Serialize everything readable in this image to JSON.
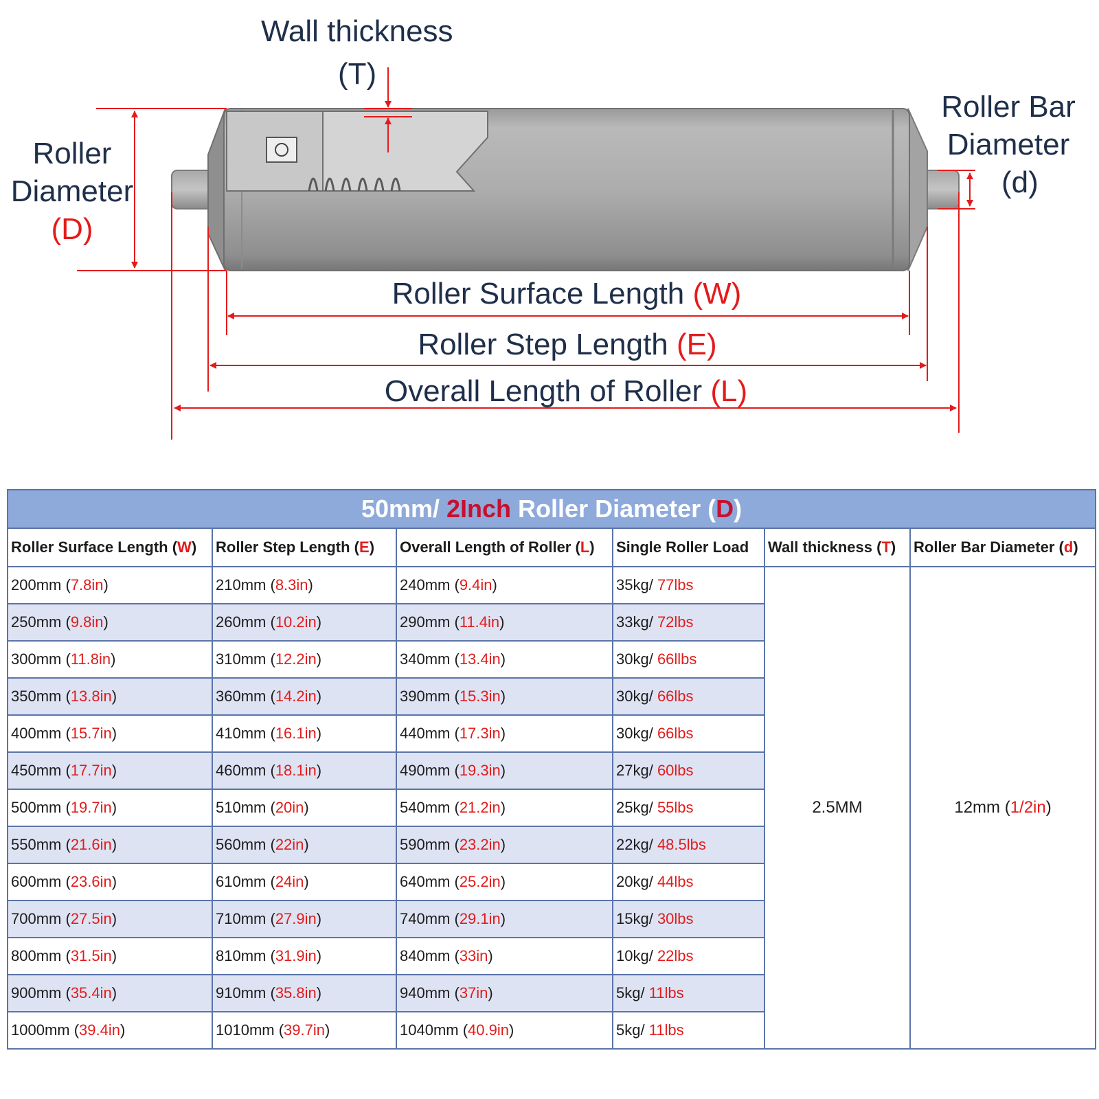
{
  "diagram": {
    "wall_thickness": {
      "label": "Wall thickness",
      "code": "(T)"
    },
    "roller_diameter": {
      "line1": "Roller",
      "line2": "Diameter",
      "code": "(D)"
    },
    "bar_diameter": {
      "line1": "Roller Bar",
      "line2": "Diameter",
      "code": "(d)"
    },
    "surface_length": {
      "label": "Roller Surface Length",
      "code": "(W)"
    },
    "step_length": {
      "label": "Roller Step Length",
      "code": "(E)"
    },
    "overall_length": {
      "label": "Overall Length of Roller",
      "code": "(L)"
    }
  },
  "table": {
    "title": {
      "part1": "50mm/ ",
      "part2": "2Inch",
      "part3": " Roller Diameter (",
      "part4": "D",
      "part5": ")"
    },
    "headers": [
      {
        "label": "Roller Surface Length (",
        "code": "W",
        "close": ")"
      },
      {
        "label": "Roller Step Length (",
        "code": "E",
        "close": ")"
      },
      {
        "label": "Overall Length of Roller (",
        "code": "L",
        "close": ")"
      },
      {
        "label": "Single Roller Load",
        "code": "",
        "close": ""
      },
      {
        "label": "Wall thickness (",
        "code": "T",
        "close": ")"
      },
      {
        "label": "Roller Bar Diameter (",
        "code": "d",
        "close": ")"
      }
    ],
    "wall_thickness_value": "2.5MM",
    "bar_diameter_value": {
      "mm": "12mm (",
      "in": "1/2in",
      "close": ")"
    },
    "rows": [
      {
        "w_mm": "200mm",
        "w_in": "7.8in",
        "e_mm": "210mm",
        "e_in": "8.3in",
        "l_mm": "240mm",
        "l_in": "9.4in",
        "load_kg": "35kg/ ",
        "load_lbs": "77lbs"
      },
      {
        "w_mm": "250mm",
        "w_in": "9.8in",
        "e_mm": "260mm",
        "e_in": "10.2in",
        "l_mm": "290mm",
        "l_in": "11.4in",
        "load_kg": "33kg/ ",
        "load_lbs": "72lbs"
      },
      {
        "w_mm": "300mm",
        "w_in": "11.8in",
        "e_mm": "310mm",
        "e_in": "12.2in",
        "l_mm": "340mm",
        "l_in": "13.4in",
        "load_kg": "30kg/ ",
        "load_lbs": "66llbs"
      },
      {
        "w_mm": "350mm",
        "w_in": "13.8in",
        "e_mm": "360mm",
        "e_in": "14.2in",
        "l_mm": "390mm",
        "l_in": "15.3in",
        "load_kg": "30kg/ ",
        "load_lbs": "66lbs"
      },
      {
        "w_mm": "400mm",
        "w_in": "15.7in",
        "e_mm": "410mm",
        "e_in": "16.1in",
        "l_mm": "440mm",
        "l_in": "17.3in",
        "load_kg": "30kg/ ",
        "load_lbs": "66lbs"
      },
      {
        "w_mm": "450mm",
        "w_in": "17.7in",
        "e_mm": "460mm",
        "e_in": "18.1in",
        "l_mm": "490mm",
        "l_in": "19.3in",
        "load_kg": "27kg/ ",
        "load_lbs": "60lbs"
      },
      {
        "w_mm": "500mm",
        "w_in": "19.7in",
        "e_mm": "510mm",
        "e_in": "20in",
        "l_mm": "540mm",
        "l_in": "21.2in",
        "load_kg": "25kg/ ",
        "load_lbs": "55lbs"
      },
      {
        "w_mm": "550mm",
        "w_in": "21.6in",
        "e_mm": "560mm",
        "e_in": "22in",
        "l_mm": "590mm",
        "l_in": "23.2in",
        "load_kg": "22kg/ ",
        "load_lbs": "48.5lbs"
      },
      {
        "w_mm": "600mm",
        "w_in": "23.6in",
        "e_mm": "610mm",
        "e_in": "24in",
        "l_mm": "640mm",
        "l_in": "25.2in",
        "load_kg": "20kg/ ",
        "load_lbs": "44lbs"
      },
      {
        "w_mm": "700mm",
        "w_in": "27.5in",
        "e_mm": "710mm",
        "e_in": "27.9in",
        "l_mm": "740mm",
        "l_in": "29.1in",
        "load_kg": "15kg/ ",
        "load_lbs": "30lbs"
      },
      {
        "w_mm": "800mm",
        "w_in": "31.5in",
        "e_mm": "810mm",
        "e_in": "31.9in",
        "l_mm": "840mm",
        "l_in": "33in",
        "load_kg": "10kg/ ",
        "load_lbs": "22lbs"
      },
      {
        "w_mm": "900mm",
        "w_in": "35.4in",
        "e_mm": "910mm",
        "e_in": "35.8in",
        "l_mm": "940mm",
        "l_in": "37in",
        "load_kg": "5kg/ ",
        "load_lbs": "11lbs"
      },
      {
        "w_mm": "1000mm",
        "w_in": "39.4in",
        "e_mm": "1010mm",
        "e_in": "39.7in",
        "l_mm": "1040mm",
        "l_in": "40.9in",
        "load_kg": "5kg/ ",
        "load_lbs": "11lbs"
      }
    ]
  }
}
